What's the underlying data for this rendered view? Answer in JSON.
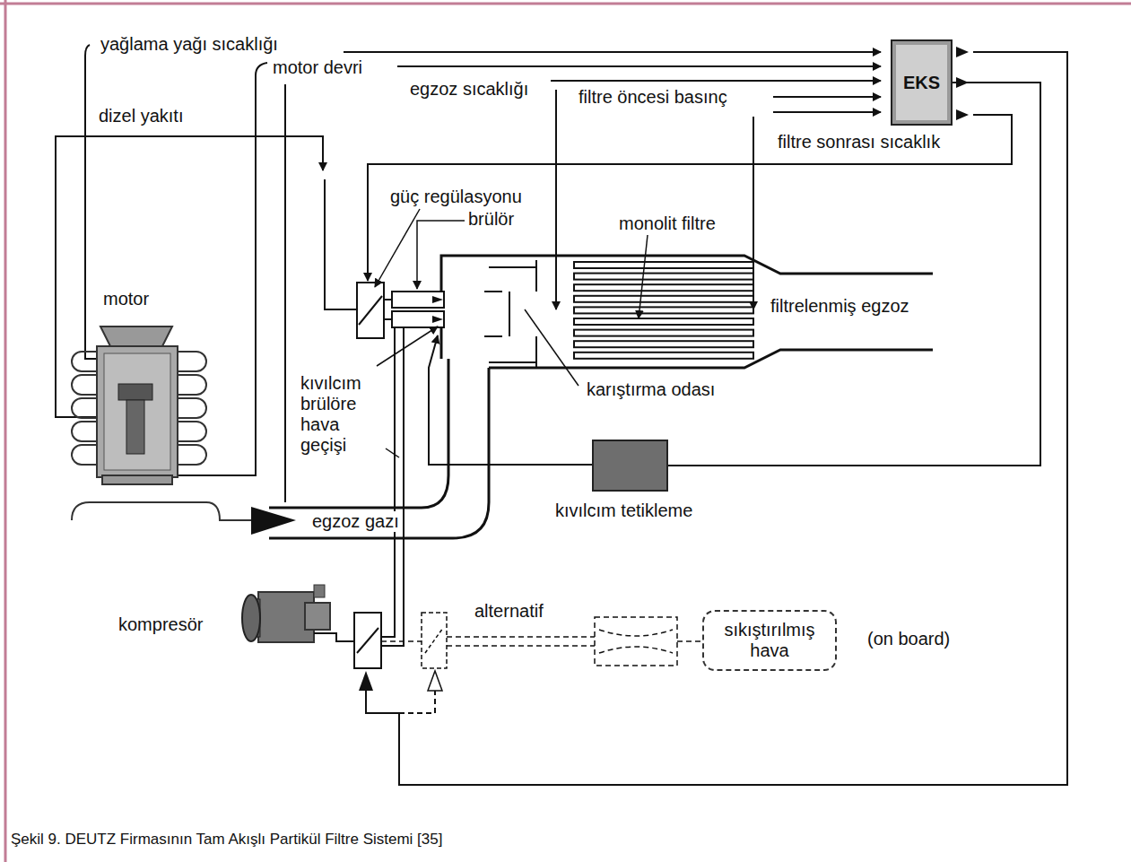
{
  "diagram": {
    "caption": "Şekil 9. DEUTZ Firmasının Tam Akışlı Partikül Filtre Sistemi [35]",
    "nodes": [
      {
        "text": [
          "EKS"
        ]
      },
      {
        "text": [
          "kıvılcım tetikleme"
        ]
      },
      {
        "text": [
          "sıkıştırılmış hava"
        ]
      }
    ],
    "edges": [
      {
        "from": 0,
        "to": 1,
        "arrow": "none"
      }
    ],
    "labels": [
      "yağlama yağı sıcaklığı",
      "motor devri",
      "dizel yakıtı",
      "egzoz sıcaklığı",
      "filtre öncesi basınç",
      "filtre sonrası sıcaklık",
      "güç regülasyonu",
      "brülör",
      "monolit filtre",
      "motor",
      "filtrelenmiş egzoz",
      "kıvılcım brülöre hava geçişi",
      "karıştırma odası",
      "egzoz gazı",
      "kompresör",
      "alternatif",
      "(on board)"
    ]
  }
}
